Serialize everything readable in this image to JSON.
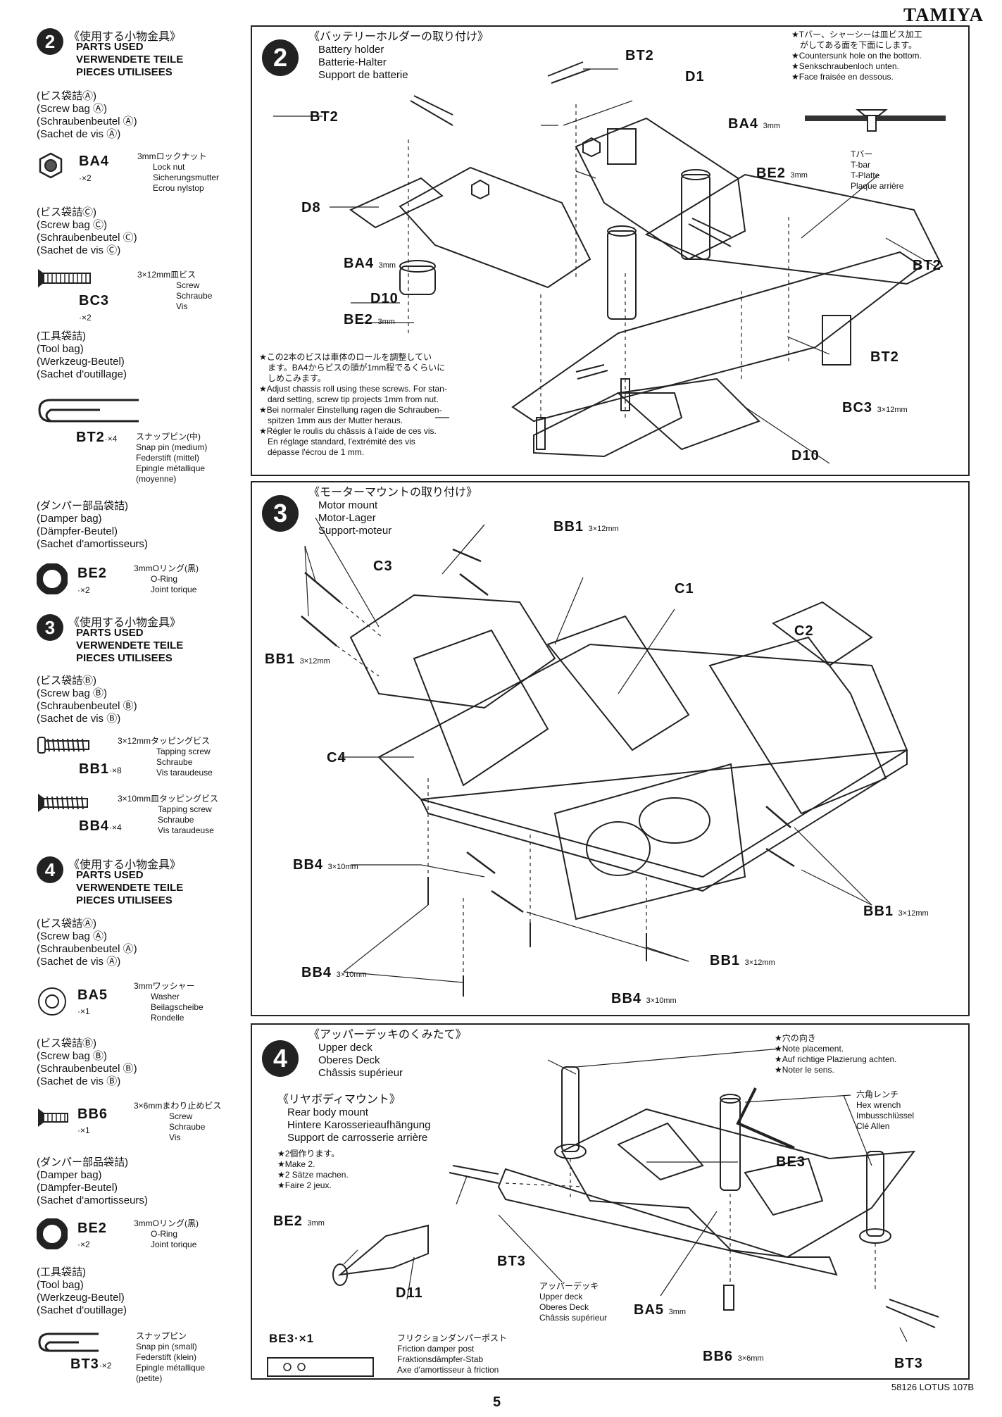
{
  "brand": "TAMIYA",
  "footer_code": "58126 LOTUS 107B",
  "page_number": "5",
  "left": {
    "s2": {
      "num": "2",
      "jp": "《使用する小物金具》",
      "en1": "PARTS USED",
      "en2": "VERWENDETE TEILE",
      "en3": "PIECES UTILISEES",
      "bagA": [
        "(ビス袋詰Ⓐ)",
        "(Screw bag Ⓐ)",
        "(Schraubenbeutel Ⓐ)",
        "(Sachet de vis Ⓐ)"
      ],
      "ba4": {
        "code": "BA4",
        "qty": "·×2",
        "jp": "3mmロックナット",
        "d1": "Lock nut",
        "d2": "Sicherungsmutter",
        "d3": "Ecrou nylstop"
      },
      "bagC": [
        "(ビス袋詰Ⓒ)",
        "(Screw bag Ⓒ)",
        "(Schraubenbeutel Ⓒ)",
        "(Sachet de vis Ⓒ)"
      ],
      "bc3": {
        "code": "BC3",
        "qty": "·×2",
        "jp": "3×12mm皿ビス",
        "d1": "Screw",
        "d2": "Schraube",
        "d3": "Vis"
      },
      "tool": [
        "(工具袋詰)",
        "(Tool bag)",
        "(Werkzeug-Beutel)",
        "(Sachet d'outillage)"
      ],
      "bt2": {
        "code": "BT2",
        "qty": "·×4",
        "jp": "スナップピン(中)",
        "d1": "Snap pin (medium)",
        "d2": "Federstift (mittel)",
        "d3": "Epingle métallique",
        "d4": "(moyenne)"
      },
      "damper": [
        "(ダンパー部品袋詰)",
        "(Damper bag)",
        "(Dämpfer-Beutel)",
        "(Sachet d'amortisseurs)"
      ],
      "be2": {
        "code": "BE2",
        "qty": "·×2",
        "jp": "3mmOリング(黒)",
        "d1": "O-Ring",
        "d2": "Joint torique"
      }
    },
    "s3": {
      "num": "3",
      "jp": "《使用する小物金具》",
      "en1": "PARTS USED",
      "en2": "VERWENDETE TEILE",
      "en3": "PIECES UTILISEES",
      "bagB": [
        "(ビス袋詰Ⓑ)",
        "(Screw bag Ⓑ)",
        "(Schraubenbeutel Ⓑ)",
        "(Sachet de vis Ⓑ)"
      ],
      "bb1": {
        "code": "BB1",
        "qty": "·×8",
        "jp": "3×12mmタッピングビス",
        "d1": "Tapping screw",
        "d2": "Schraube",
        "d3": "Vis taraudeuse"
      },
      "bb4": {
        "code": "BB4",
        "qty": "·×4",
        "jp": "3×10mm皿タッピングビス",
        "d1": "Tapping screw",
        "d2": "Schraube",
        "d3": "Vis taraudeuse"
      }
    },
    "s4": {
      "num": "4",
      "jp": "《使用する小物金具》",
      "en1": "PARTS USED",
      "en2": "VERWENDETE TEILE",
      "en3": "PIECES UTILISEES",
      "bagA": [
        "(ビス袋詰Ⓐ)",
        "(Screw bag Ⓐ)",
        "(Schraubenbeutel Ⓐ)",
        "(Sachet de vis Ⓐ)"
      ],
      "ba5": {
        "code": "BA5",
        "qty": "·×1",
        "jp": "3mmワッシャー",
        "d1": "Washer",
        "d2": "Beilagscheibe",
        "d3": "Rondelle"
      },
      "bagB": [
        "(ビス袋詰Ⓑ)",
        "(Screw bag Ⓑ)",
        "(Schraubenbeutel Ⓑ)",
        "(Sachet de vis Ⓑ)"
      ],
      "bb6": {
        "code": "BB6",
        "qty": "·×1",
        "jp": "3×6mmまわり止めビス",
        "d1": "Screw",
        "d2": "Schraube",
        "d3": "Vis"
      },
      "damper": [
        "(ダンパー部品袋詰)",
        "(Damper bag)",
        "(Dämpfer-Beutel)",
        "(Sachet d'amortisseurs)"
      ],
      "be2": {
        "code": "BE2",
        "qty": "·×2",
        "jp": "3mmOリング(黒)",
        "d1": "O-Ring",
        "d2": "Joint torique"
      },
      "tool": [
        "(工具袋詰)",
        "(Tool bag)",
        "(Werkzeug-Beutel)",
        "(Sachet d'outillage)"
      ],
      "bt3": {
        "code": "BT3",
        "qty": "·×2",
        "jp": "スナップピン",
        "d1": "Snap pin (small)",
        "d2": "Federstift (klein)",
        "d3": "Epingle métallique",
        "d4": "(petite)"
      }
    }
  },
  "p2": {
    "num": "2",
    "jp": "《バッテリーホルダーの取り付け》",
    "en": [
      "Battery holder",
      "Batterie-Halter",
      "Support de batterie"
    ],
    "topnote": [
      "★Tバー、シャーシーは皿ビス加工",
      "がしてある面を下面にします。",
      "★Countersunk hole on the bottom.",
      "★Senkschraubenloch unten.",
      "★Face fraisée en dessous."
    ],
    "note": [
      "★この2本のビスは車体のロールを調整してい",
      "ます。BA4からビスの頭が1mm程でるくらいに",
      "しめこみます。",
      "★Adjust chassis roll using these screws. For stan-",
      "dard setting, screw tip projects 1mm from nut.",
      "★Bei normaler Einstellung ragen die Schrauben-",
      "spitzen 1mm aus der Mutter heraus.",
      "★Régler le roulis du châssis à l'aide de ces vis.",
      "En réglage standard, l'extrémité des vis",
      "dépasse l'écrou de 1 mm."
    ],
    "tbar": [
      "Tバー",
      "T-bar",
      "T-Platte",
      "Plaque arrière"
    ],
    "labels": {
      "bt2a": "BT2",
      "d1": "D1",
      "bt2b": "BT2",
      "ba4a": "BA4",
      "ba4a_s": "3mm",
      "be2a": "BE2",
      "be2a_s": "3mm",
      "d8": "D8",
      "ba4b": "BA4",
      "ba4b_s": "3mm",
      "bt2c": "BT2",
      "d10a": "D10",
      "be2b": "BE2",
      "be2b_s": "3mm",
      "bt2d": "BT2",
      "bc3": "BC3",
      "bc3_s": "3×12mm",
      "d10b": "D10"
    }
  },
  "p3": {
    "num": "3",
    "jp": "《モーターマウントの取り付け》",
    "en": [
      "Motor mount",
      "Motor-Lager",
      "Support-moteur"
    ],
    "labels": {
      "bb1a": "BB1",
      "bb1a_s": "3×12mm",
      "c3": "C3",
      "c1": "C1",
      "c2": "C2",
      "bb1b": "BB1",
      "bb1b_s": "3×12mm",
      "c4": "C4",
      "bb4a": "BB4",
      "bb4a_s": "3×10mm",
      "bb1c": "BB1",
      "bb1c_s": "3×12mm",
      "bb4b": "BB4",
      "bb4b_s": "3×10mm",
      "bb1d": "BB1",
      "bb1d_s": "3×12mm",
      "bb4c": "BB4",
      "bb4c_s": "3×10mm"
    }
  },
  "p4": {
    "num": "4",
    "jp": "《アッパーデッキのくみたて》",
    "en": [
      "Upper deck",
      "Oberes Deck",
      "Châssis supérieur"
    ],
    "jp2": "《リヤボディマウント》",
    "en2": [
      "Rear body mount",
      "Hintere Karosserieaufhängung",
      "Support de carrosserie arrière"
    ],
    "make2": [
      "★2個作ります。",
      "★Make 2.",
      "★2 Sätze machen.",
      "★Faire 2 jeux."
    ],
    "holenote": [
      "★穴の向き",
      "★Note placement.",
      "★Auf richtige Plazierung achten.",
      "★Noter le sens."
    ],
    "wrench": [
      "六角レンチ",
      "Hex wrench",
      "Imbusschlüssel",
      "Clé Allen"
    ],
    "deck": [
      "アッパーデッキ",
      "Upper deck",
      "Oberes Deck",
      "Châssis supérieur"
    ],
    "friction": [
      "フリクションダンパーポスト",
      "Friction damper post",
      "Fraktionsdämpfer-Stab",
      "Axe d'amortisseur à friction"
    ],
    "labels": {
      "be2": "BE2",
      "be2_s": "3mm",
      "d11": "D11",
      "bt3a": "BT3",
      "be3": "BE3",
      "ba5": "BA5",
      "ba5_s": "3mm",
      "bb6": "BB6",
      "bb6_s": "3×6mm",
      "bt3b": "BT3",
      "be3x": "BE3·×1"
    }
  }
}
